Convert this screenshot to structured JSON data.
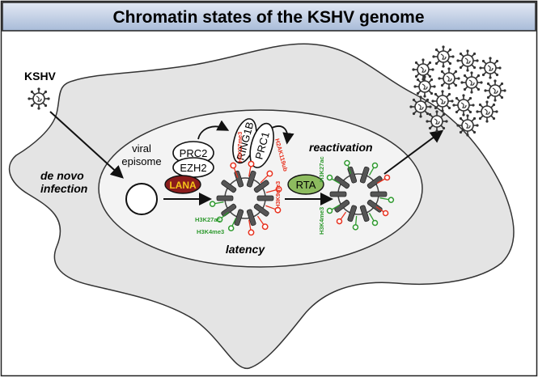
{
  "title": "Chromatin states of the KSHV genome",
  "labels": {
    "kshv": "KSHV",
    "de_novo": "de novo",
    "infection": "infection",
    "viral": "viral",
    "episome": "episome",
    "prc2": "PRC2",
    "ezh2": "EZH2",
    "lana": "LANA",
    "ring1b": "RING1B",
    "prc1": "PRC1",
    "h3k27me3": "H3K27me3",
    "h2ak119ub": "H2AK119ub",
    "h3k9me3": "H3K9me3",
    "h3k27ac_latent": "H3K27ac",
    "h3k4me3_latent": "H3K4me3",
    "latency": "latency",
    "rta": "RTA",
    "reactivation": "reactivation",
    "h3k27ac_active": "H3K27ac",
    "h3k4me3_active": "H3K4me3"
  },
  "colors": {
    "title_bg_top": "#dfe6f2",
    "title_bg_bottom": "#a9bcd9",
    "cell_fill": "#e4e4e4",
    "nucleus_fill": "#f2f2f2",
    "lana_fill": "#8a1c1c",
    "lana_text": "#f5c518",
    "rta_fill": "#8dbb5f",
    "repressive_mark": "#e8321f",
    "active_mark": "#2f9a2f",
    "nucleosome": "#555555"
  }
}
